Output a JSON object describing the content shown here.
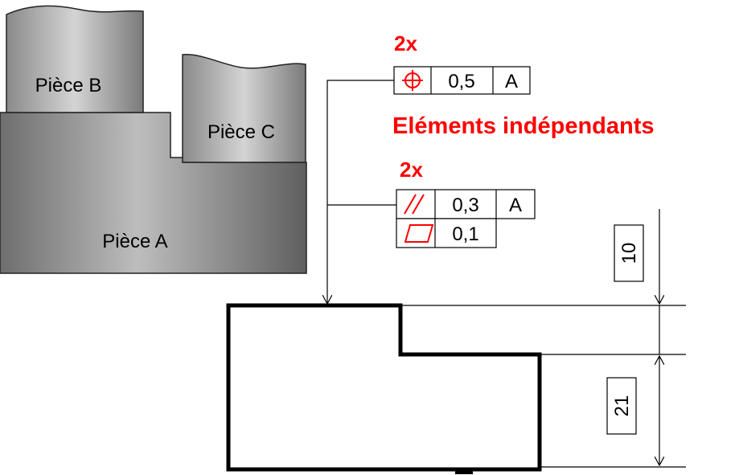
{
  "pieces": {
    "a": "Pièce A",
    "b": "Pièce B",
    "c": "Pièce C"
  },
  "position_frame": {
    "count": "2x",
    "symbol": "position-symbol",
    "tolerance": "0,5",
    "datum": "A"
  },
  "note": "Eléments indépendants",
  "orientation_frame": {
    "count": "2x",
    "parallelism": {
      "symbol": "parallelism-symbol",
      "tolerance": "0,3",
      "datum": "A"
    },
    "flatness": {
      "symbol": "flatness-symbol",
      "tolerance": "0,1"
    }
  },
  "dimensions": {
    "top": "10",
    "bottom": "21"
  },
  "colors": {
    "accent": "#ff0000",
    "line": "#000000"
  }
}
